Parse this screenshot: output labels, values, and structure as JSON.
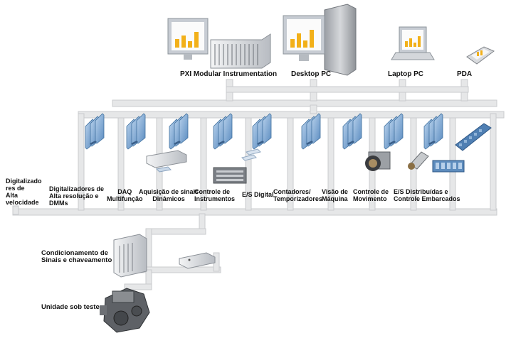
{
  "top_devices": {
    "pxi": "PXI Modular Instrumentation",
    "desktop": "Desktop PC",
    "laptop": "Laptop PC",
    "pda": "PDA"
  },
  "categories": [
    {
      "id": "hs-digitizers",
      "label": "Digitalizado\nres de\nAlta\nvelocidade"
    },
    {
      "id": "hr-digitizers",
      "label": "Digitalizadores de\nAlta resolução e\nDMMs"
    },
    {
      "id": "daq",
      "label": "DAQ\nMultifunção"
    },
    {
      "id": "dynamic",
      "label": "Aquisição de sinais\nDinâmicos"
    },
    {
      "id": "instrument-control",
      "label": "Controle de\nInstrumentos"
    },
    {
      "id": "digital-io",
      "label": "E/S Digital"
    },
    {
      "id": "counters",
      "label": "Contadores/\nTemporizadores"
    },
    {
      "id": "vision",
      "label": "Visão de\nMáquina"
    },
    {
      "id": "motion",
      "label": "Controle de\nMovimento"
    },
    {
      "id": "distributed-io",
      "label": "E/S Distribuídas e\nControle Embarcados"
    }
  ],
  "bottom": {
    "conditioning": "Condicionamento de\nSinais e chaveamento",
    "uut": "Unidade sob teste"
  },
  "colors": {
    "bus": "#e6e7e8",
    "bus_edge": "#c9cbce",
    "card": "#8fb3d8",
    "card_dark": "#4f7fb3",
    "monitor_frame": "#c7ccd3",
    "chart_bar": "#f2b019"
  }
}
